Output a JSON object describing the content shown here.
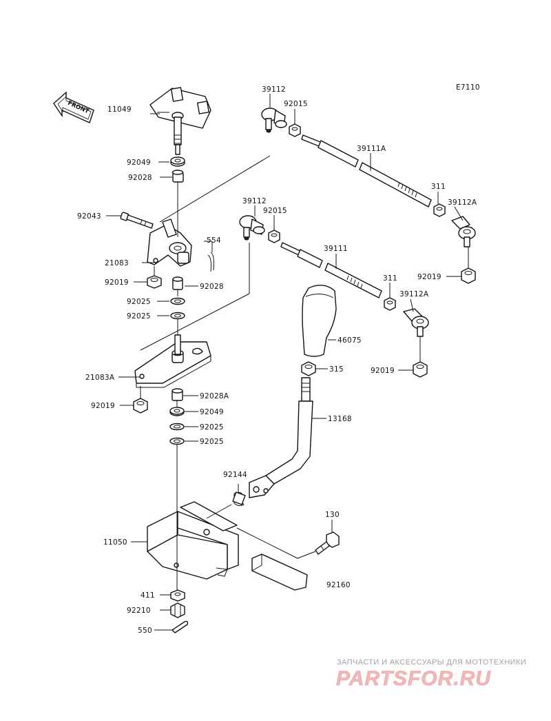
{
  "diagram": {
    "figure_code": "E7110",
    "front_label": "FRONT",
    "parts": [
      {
        "id": "p11049",
        "label": "11049"
      },
      {
        "id": "p92049a",
        "label": "92049"
      },
      {
        "id": "p92028a",
        "label": "92028"
      },
      {
        "id": "p92043",
        "label": "92043"
      },
      {
        "id": "p554",
        "label": "554"
      },
      {
        "id": "p21083",
        "label": "21083"
      },
      {
        "id": "p92019a",
        "label": "92019"
      },
      {
        "id": "p92028b",
        "label": "92028"
      },
      {
        "id": "p92025a",
        "label": "92025"
      },
      {
        "id": "p92025b",
        "label": "92025"
      },
      {
        "id": "p21083A",
        "label": "21083A"
      },
      {
        "id": "p92019b",
        "label": "92019"
      },
      {
        "id": "p92028A",
        "label": "92028A"
      },
      {
        "id": "p92049b",
        "label": "92049"
      },
      {
        "id": "p92025c",
        "label": "92025"
      },
      {
        "id": "p92025d",
        "label": "92025"
      },
      {
        "id": "p11050",
        "label": "11050"
      },
      {
        "id": "p411",
        "label": "411"
      },
      {
        "id": "p92210",
        "label": "92210"
      },
      {
        "id": "p550",
        "label": "550"
      },
      {
        "id": "p39112a",
        "label": "39112"
      },
      {
        "id": "p92015a",
        "label": "92015"
      },
      {
        "id": "p39111A",
        "label": "39111A"
      },
      {
        "id": "p311a",
        "label": "311"
      },
      {
        "id": "p39112A",
        "label": "39112A"
      },
      {
        "id": "p92019c",
        "label": "92019"
      },
      {
        "id": "p39112b",
        "label": "39112"
      },
      {
        "id": "p92015b",
        "label": "92015"
      },
      {
        "id": "p39111",
        "label": "39111"
      },
      {
        "id": "p311b",
        "label": "311"
      },
      {
        "id": "p39112A2",
        "label": "39112A"
      },
      {
        "id": "p46075",
        "label": "46075"
      },
      {
        "id": "p315",
        "label": "315"
      },
      {
        "id": "p92019d",
        "label": "92019"
      },
      {
        "id": "p13168",
        "label": "13168"
      },
      {
        "id": "p92144",
        "label": "92144"
      },
      {
        "id": "p130",
        "label": "130"
      },
      {
        "id": "p92160",
        "label": "92160"
      }
    ]
  },
  "watermark": {
    "tagline": "ЗАПЧАСТИ И АКСЕССУАРЫ ДЛЯ МОТОТЕХНИКИ",
    "logo_text": "PARTSFOR.RU"
  }
}
